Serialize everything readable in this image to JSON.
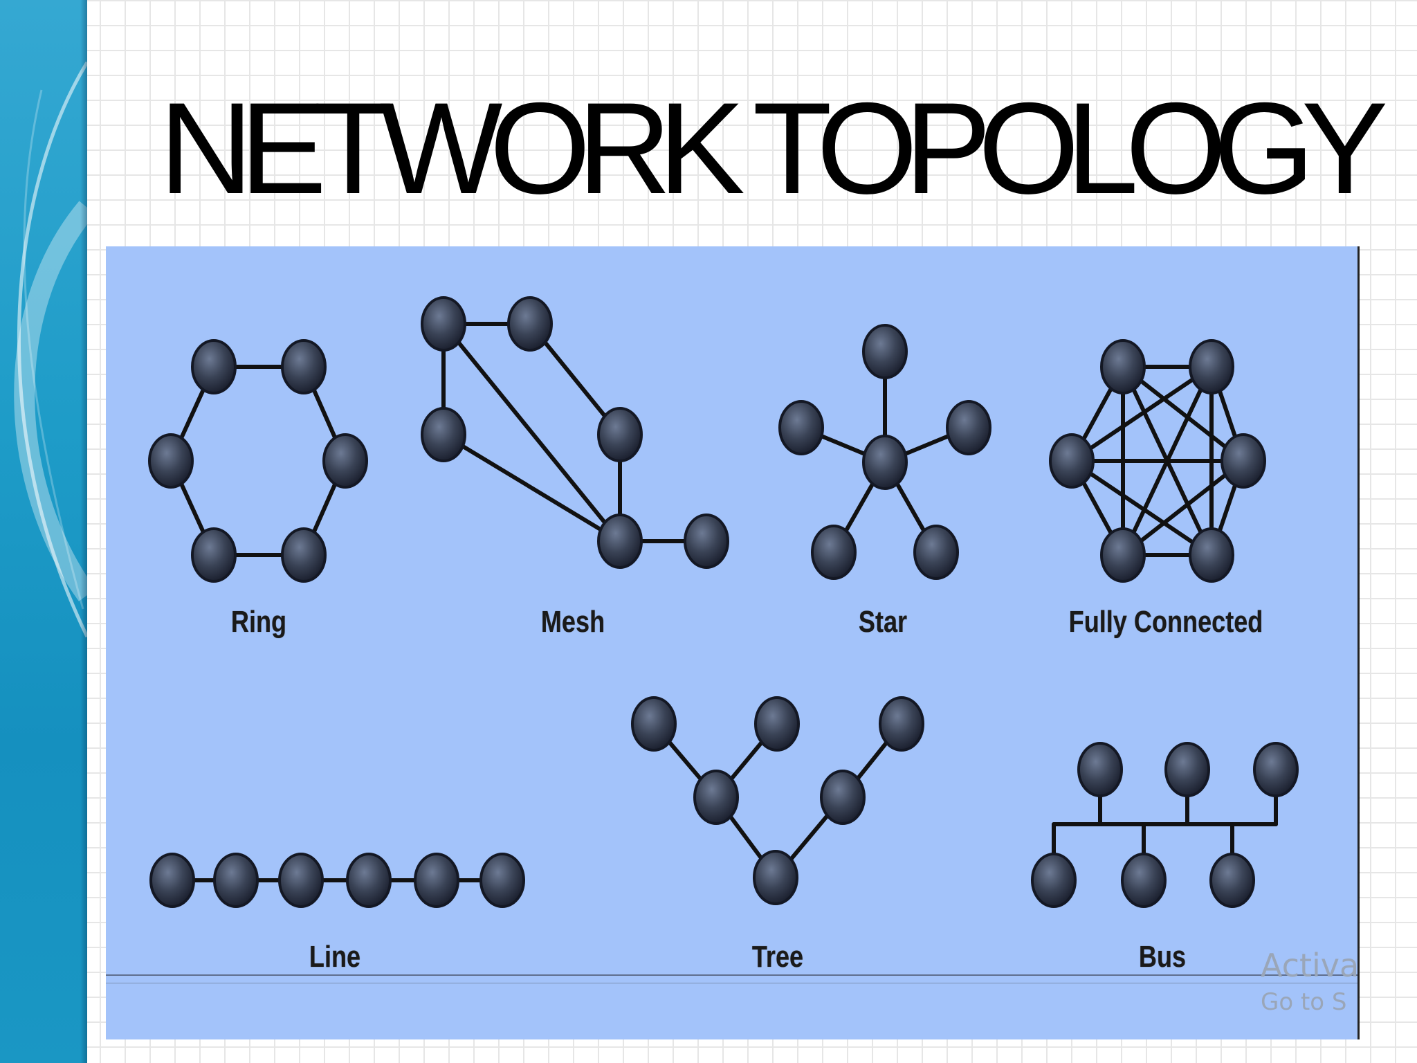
{
  "slide": {
    "title": "NETWORK TOPOLOGY"
  },
  "topologies": {
    "ring": "Ring",
    "mesh": "Mesh",
    "star": "Star",
    "fully_connected": "Fully Connected",
    "line": "Line",
    "tree": "Tree",
    "bus": "Bus"
  },
  "watermark": {
    "line1": "Activa",
    "line2": "Go to S"
  },
  "colors": {
    "panel": "#a3c3fa",
    "node": "#2d3444",
    "link": "#111111",
    "accent_band": "#1e9cc8"
  }
}
